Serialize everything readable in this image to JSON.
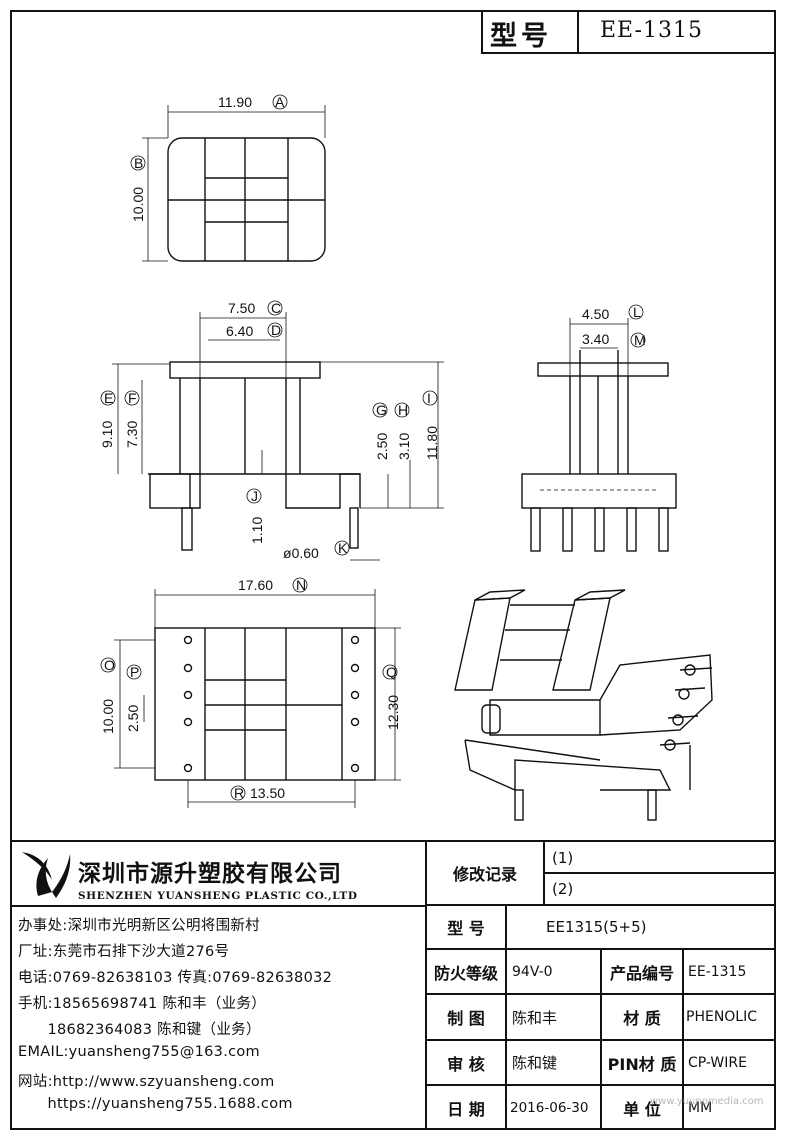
{
  "header": {
    "label": "型号",
    "model": "EE-1315"
  },
  "dimensions": {
    "A": "11.90",
    "B": "10.00",
    "C": "7.50",
    "D": "6.40",
    "E": "9.10",
    "F": "7.30",
    "G": "2.50",
    "H": "3.10",
    "I": "11.80",
    "J": "1.10",
    "K": "0.60",
    "L": "4.50",
    "M": "3.40",
    "N": "17.60",
    "O": "10.00",
    "P": "2.50",
    "Q": "12.30",
    "R": "13.50",
    "diameter_symbol": "ø"
  },
  "company": {
    "name_cn": "深圳市源升塑胶有限公司",
    "name_en": "SHENZHEN YUANSHENG PLASTIC CO.,LTD"
  },
  "contact": {
    "office": "办事处:深圳市光明新区公明将围新村",
    "factory": "厂址:东莞市石排下沙大道276号",
    "phone": "电话:0769-82638103 传真:0769-82638032",
    "mobile1": "手机:18565698741 陈和丰（业务）",
    "mobile2": "      18682364083 陈和键（业务）",
    "email": "EMAIL:yuansheng755@163.com",
    "web1": "网站:http://www.szyuansheng.com",
    "web2": "      https://yuansheng755.1688.com"
  },
  "revision": {
    "label": "修改记录",
    "rows": [
      "(1)",
      "(2)"
    ]
  },
  "spec": {
    "model_label": "型  号",
    "model_value": "EE1315(5+5)",
    "fire_label": "防火等级",
    "fire_value": "94V-0",
    "code_label": "产品编号",
    "code_value": "EE-1315",
    "drawn_label": "制  图",
    "drawn_value": "陈和丰",
    "material_label": "材  质",
    "material_value": "PHENOLIC",
    "review_label": "审  核",
    "review_value": "陈和键",
    "pin_label": "PIN材 质",
    "pin_value": "CP-WIRE",
    "date_label": "日  期",
    "date_value": "2016-06-30",
    "unit_label": "单  位",
    "unit_value": "MM"
  },
  "watermark": "www.yuunomedia.com"
}
